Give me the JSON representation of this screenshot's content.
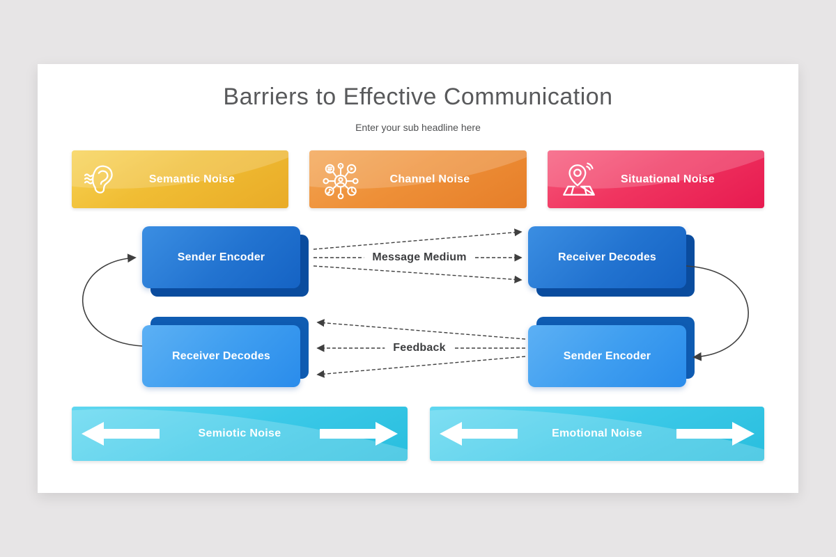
{
  "slide": {
    "title": "Barriers to Effective Communication",
    "subtitle": "Enter your sub headline here"
  },
  "top_banners": [
    {
      "label": "Semantic Noise",
      "icon": "ear-with-sound-waves-icon",
      "color": "#f0bd34"
    },
    {
      "label": "Channel Noise",
      "icon": "media-network-hub-icon",
      "color": "#ee9038"
    },
    {
      "label": "Situational Noise",
      "icon": "map-location-pin-icon",
      "color": "#f03560"
    }
  ],
  "flow_boxes": {
    "top_left": "Sender Encoder",
    "top_right": "Receiver Decodes",
    "bottom_left": "Receiver Decodes",
    "bottom_right": "Sender Encoder"
  },
  "flow_labels": {
    "forward": "Message Medium",
    "backward": "Feedback"
  },
  "bottom_banners": [
    {
      "label": "Semiotic Noise",
      "color": "#3bc9e8"
    },
    {
      "label": "Emotional Noise",
      "color": "#3bc9e8"
    }
  ],
  "accent_colors": {
    "box_front_top": "#1e6fce",
    "box_front_bottom": "#3f9ef0",
    "box_shadow_layer": "#0b4d9f",
    "arrow_stroke": "#3f3f3f",
    "title_text": "#58595b",
    "canvas_background": "#e7e5e6"
  }
}
